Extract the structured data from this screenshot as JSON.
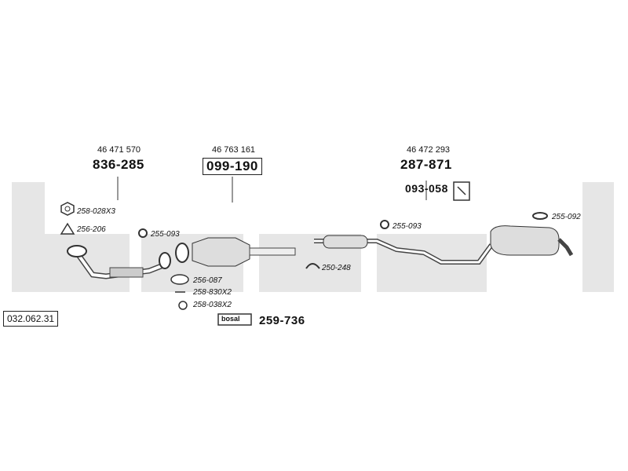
{
  "code": "032.062.31",
  "brand": "bosal",
  "groups": [
    {
      "oe": "46 471 570",
      "part": "836-285"
    },
    {
      "oe": "46 763 161",
      "part": "099-190"
    },
    {
      "oe": "46 472 293",
      "part": "287-871"
    }
  ],
  "label_093": "093-058",
  "label_259": "259-736",
  "small_labels": {
    "l1": "258-028X3",
    "l2": "256-206",
    "l3": "255-093",
    "l4": "256-087",
    "l5": "258-830X2",
    "l6": "258-038X2",
    "l7": "250-248",
    "l8": "255-093",
    "l9": "255-092"
  }
}
